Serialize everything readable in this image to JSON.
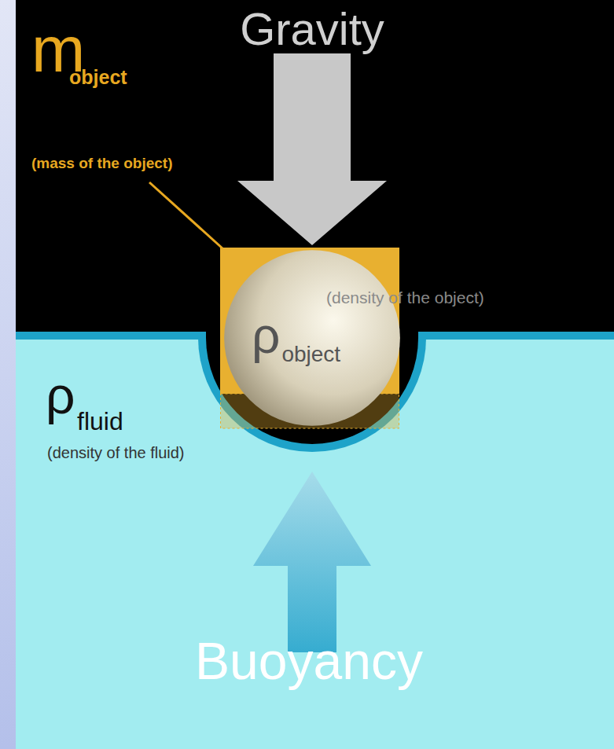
{
  "diagram": {
    "nodes": [
      {
        "text": [
          "ρ",
          "object"
        ]
      }
    ],
    "labels": [
      "Gravity",
      "m",
      "object",
      "(mass of the object)",
      "(density of the object)",
      "ρ",
      "fluid",
      "(density of the fluid)",
      "Buoyancy"
    ]
  }
}
